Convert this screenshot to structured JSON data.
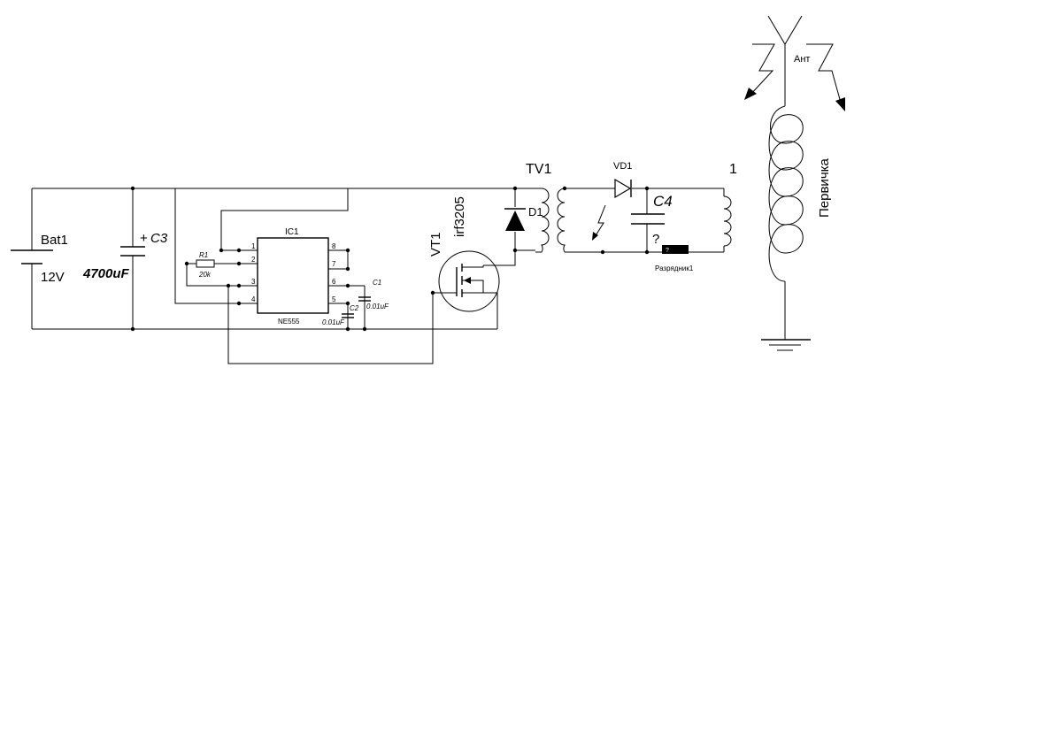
{
  "components": {
    "bat1": {
      "ref": "Bat1",
      "value": "12V"
    },
    "c3": {
      "ref": "C3",
      "value": "4700uF",
      "polarity": "+"
    },
    "ic1": {
      "ref": "IC1",
      "part": "NE555",
      "pins": [
        "1",
        "2",
        "3",
        "4",
        "5",
        "6",
        "7",
        "8"
      ]
    },
    "r1": {
      "ref": "R1",
      "value": "20k"
    },
    "c1": {
      "ref": "C1",
      "value": "0.01uF"
    },
    "c2": {
      "ref": "C2",
      "value": "0.01uF"
    },
    "vt1": {
      "ref": "VT1",
      "part": "irf3205"
    },
    "d1": {
      "ref": "D1"
    },
    "tv1": {
      "ref": "TV1"
    },
    "vd1": {
      "ref": "VD1"
    },
    "c4": {
      "ref": "C4",
      "value": "?"
    },
    "spark_gap": {
      "ref": "Разрядник1",
      "value": "?"
    },
    "coil": {
      "ref": "1",
      "label": "Первичка"
    },
    "antenna": {
      "label": "Ант"
    }
  }
}
